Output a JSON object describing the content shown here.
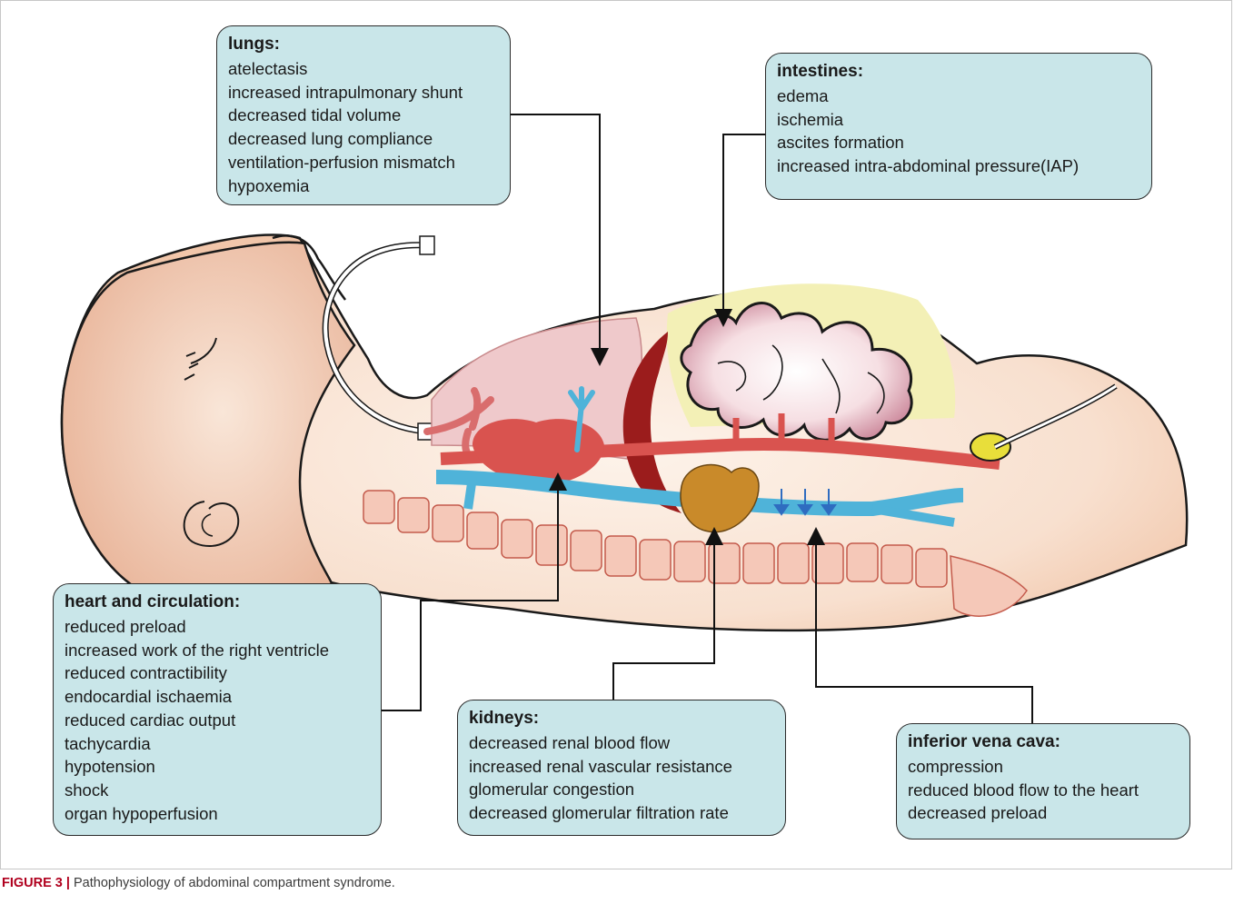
{
  "boxes": {
    "lungs": {
      "title": "lungs:",
      "items": [
        "atelectasis",
        "increased intrapulmonary shunt",
        "decreased tidal volume",
        "decreased lung compliance",
        "ventilation-perfusion mismatch",
        "hypoxemia"
      ]
    },
    "intestines": {
      "title": "intestines:",
      "items": [
        "edema",
        "ischemia",
        "ascites formation",
        "increased intra-abdominal pressure(IAP)"
      ]
    },
    "heart": {
      "title": "heart and circulation:",
      "items": [
        "reduced preload",
        "increased work of the right ventricle",
        "reduced contractibility",
        "endocardial ischaemia",
        "reduced cardiac output",
        "tachycardia",
        "hypotension",
        "shock",
        "organ hypoperfusion"
      ]
    },
    "kidneys": {
      "title": "kidneys:",
      "items": [
        "decreased renal blood flow",
        "increased renal vascular resistance",
        "glomerular congestion",
        "decreased glomerular filtration rate"
      ]
    },
    "ivc": {
      "title": "inferior vena cava:",
      "items": [
        "compression",
        "reduced blood flow to the heart",
        "decreased preload"
      ]
    }
  },
  "caption": {
    "label": "FIGURE 3 |",
    "text": " Pathophysiology of abdominal compartment syndrome."
  },
  "colors": {
    "box_fill": "#c9e6e9",
    "skin": "#f6d9c6",
    "lung": "#ebc4c6",
    "artery": "#d9534f",
    "vein": "#4fb3d9",
    "kidney": "#c98a2a",
    "ascites": "#f2efb0",
    "caption_label": "#b0001e"
  }
}
